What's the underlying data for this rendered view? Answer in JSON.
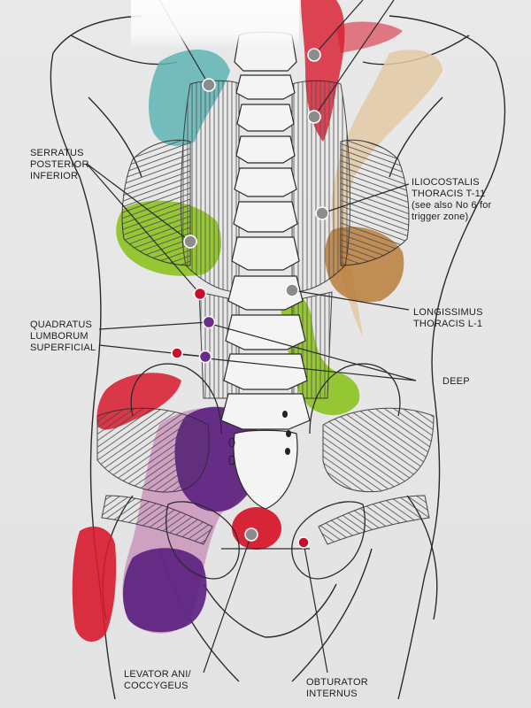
{
  "labels": {
    "serratus_posterior_inferior": [
      "SERRATUS",
      "POSTERIOR",
      "INFERIOR"
    ],
    "iliocostalis_thoracis": [
      "ILIOCOSTALIS",
      "THORACIS T-11"
    ],
    "iliocostalis_note": [
      "(see also No 6 for",
      "trigger zone)"
    ],
    "quadratus_lumborum": [
      "QUADRATUS",
      "LUMBORUM",
      "SUPERFICIAL"
    ],
    "longissimus_thoracis": [
      "LONGISSIMUS",
      "THORACIS L-1"
    ],
    "deep": "DEEP",
    "levator_ani": [
      "LEVATOR ANI/",
      "COCCYGEUS"
    ],
    "obturator_internus": [
      "OBTURATOR",
      "INTERNUS"
    ]
  },
  "colors": {
    "background": "#e8e8e8",
    "teal_zone": "#5fb4b4",
    "red_zone": "#d7192d",
    "green_zone": "#8cc21f",
    "brown_zone": "#b87d3a",
    "tan_zone": "#e3c9a6",
    "purple_zone": "#5a1f80",
    "pink_zone": "#c78ab6",
    "outline": "#2a2a2a",
    "grey_marker": "#8c8c8c"
  }
}
